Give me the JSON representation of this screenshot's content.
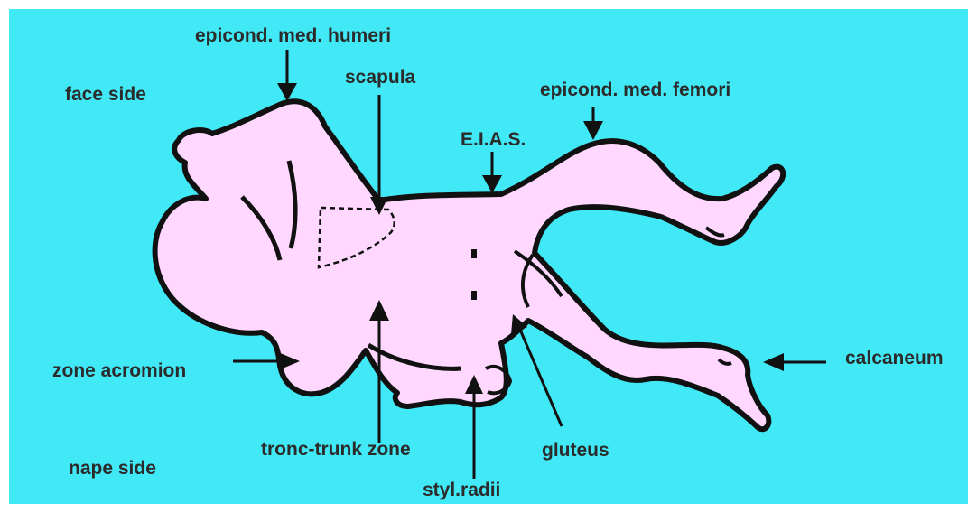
{
  "labels": {
    "face_side": "face side",
    "nape_side": "nape side",
    "epicond_med_humeri": "epicond. med. humeri",
    "scapula": "scapula",
    "epicond_med_femori": "epicond. med. femori",
    "eias": "E.I.A.S.",
    "zone_acromion": "zone acromion",
    "calcaneum": "calcaneum",
    "tronc_trunk_zone": "tronc-trunk zone",
    "styl_radii": "styl.radii",
    "gluteus": "gluteus"
  },
  "colors": {
    "background": "#41e8f5",
    "body_fill": "#ffd7ff",
    "outline": "#111111",
    "text": "#2b2b2b"
  }
}
